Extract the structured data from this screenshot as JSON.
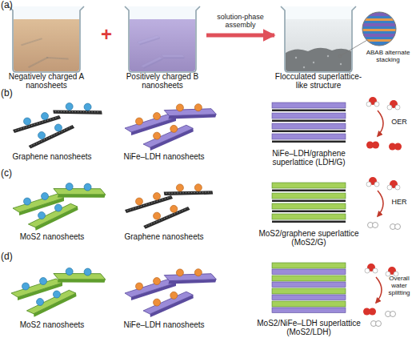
{
  "diagram": {
    "nodes": [
      {
        "text": [
          "Negatively charged A nanosheets"
        ]
      },
      {
        "text": [
          "Positively charged B nanosheets"
        ]
      },
      {
        "text": [
          "Flocculated superlattice-like structure"
        ]
      }
    ],
    "edges": [
      {
        "from": 1,
        "to": 2,
        "arrow": "to",
        "label": "solution-phase assembly"
      }
    ],
    "labels": [
      "(a)",
      "+",
      "ABAB alternate stacking",
      "(b)",
      "Graphene nanosheets",
      "NiFe–LDH nanosheets",
      "NiFe–LDH/graphene superlattice (LDH/G)",
      "OER",
      "(c)",
      "MoS2 nanosheets",
      "Graphene nanosheets",
      "MoS2/graphene superlattice (MoS2/G)",
      "HER",
      "(d)",
      "MoS2 nanosheets",
      "NiFe–LDH nanosheets",
      "MoS2/NiFe–LDH superlattice (MoS2/LDH)",
      "Overall water splitting"
    ]
  }
}
